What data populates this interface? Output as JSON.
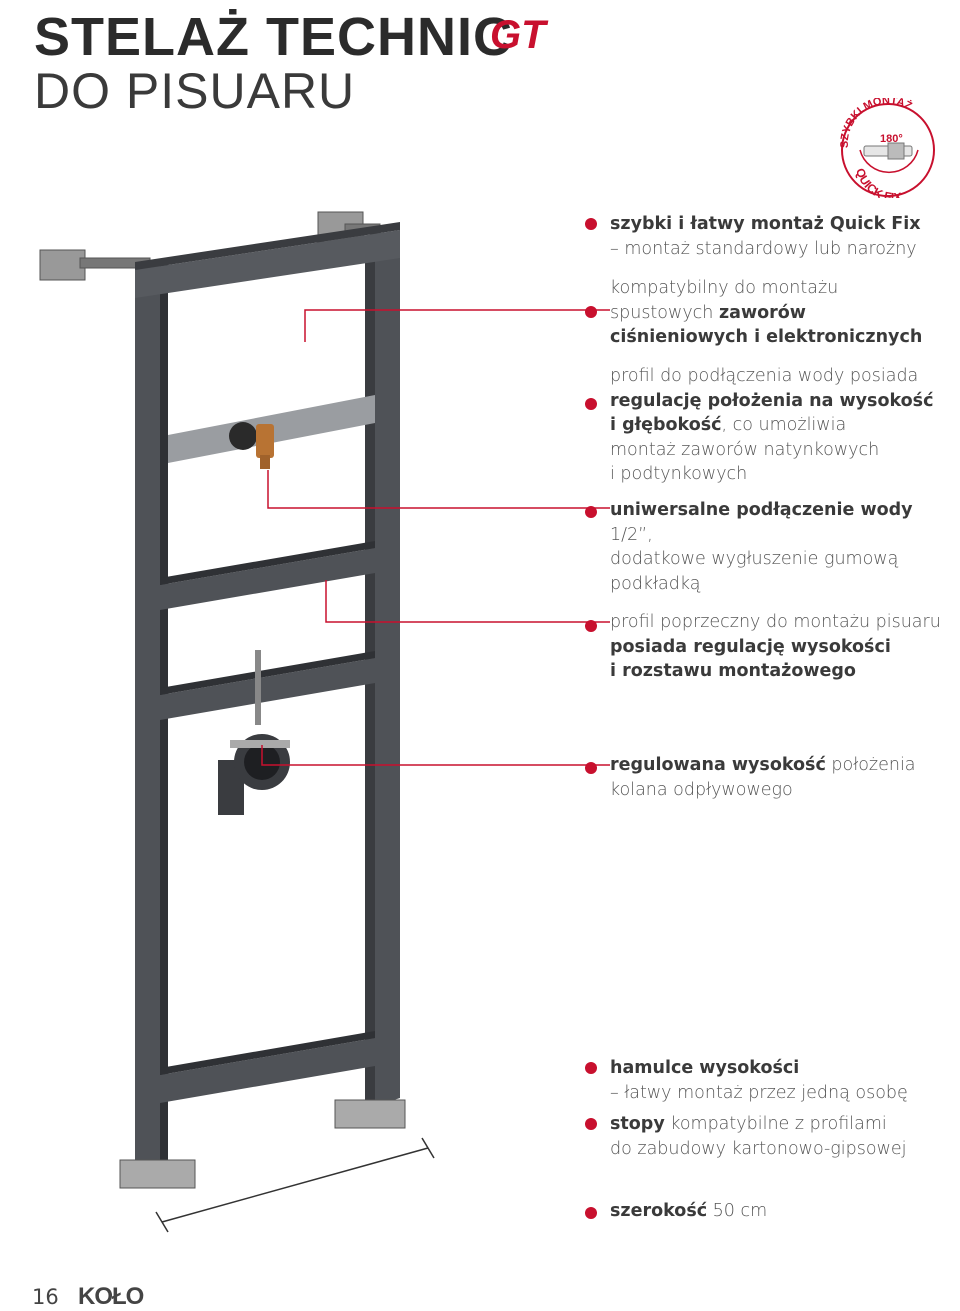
{
  "header": {
    "title_line1": "STELAŻ TECHNIC",
    "title_logo": "GT",
    "title_line2": "DO PISUARU"
  },
  "badge": {
    "text_top": "SZYBKI MONTAŻ",
    "angle": "180°",
    "text_bottom": "QUICK FIX"
  },
  "features": [
    {
      "parts": [
        {
          "b": "szybki i łatwy montaż Quick Fix"
        },
        {
          "t": "\n– montaż standardowy lub narożny"
        }
      ]
    },
    {
      "parts": [
        {
          "t": "kompatybilny do montażu\nspustowych "
        },
        {
          "b": "zaworów\nciśnieniowych i elektronicznych"
        }
      ]
    },
    {
      "parts": [
        {
          "t": "profil do podłączenia wody posiada\n"
        },
        {
          "b": "regulację położenia na wysokość\ni głębokość"
        },
        {
          "t": ", co umożliwia\nmontaż zaworów natynkowych\ni podtynkowych"
        }
      ]
    },
    {
      "parts": [
        {
          "b": "uniwersalne podłączenie wody"
        },
        {
          "t": " 1/2”,\ndodatkowe wygłuszenie gumową\npodkładką"
        }
      ]
    },
    {
      "parts": [
        {
          "t": "profil poprzeczny do montażu pisuaru\n"
        },
        {
          "b": "posiada regulację wysokości\ni rozstawu montażowego"
        }
      ]
    },
    {
      "parts": [
        {
          "b": "regulowana wysokość"
        },
        {
          "t": " położenia\nkolana odpływowego"
        }
      ]
    },
    {
      "parts": [
        {
          "b": "hamulce wysokości"
        },
        {
          "t": "\n– łatwy montaż przez jedną osobę"
        }
      ]
    },
    {
      "parts": [
        {
          "b": "stopy"
        },
        {
          "t": " kompatybilne z profilami\ndo zabudowy kartonowo-gipsowej"
        }
      ]
    },
    {
      "parts": [
        {
          "b": "szerokość"
        },
        {
          "t": " 50 cm"
        }
      ]
    }
  ],
  "footer": {
    "page_number": "16",
    "brand": "KOŁO"
  },
  "colors": {
    "accent": "#c8102e",
    "frame": "#4a4d52",
    "text": "#555555"
  }
}
